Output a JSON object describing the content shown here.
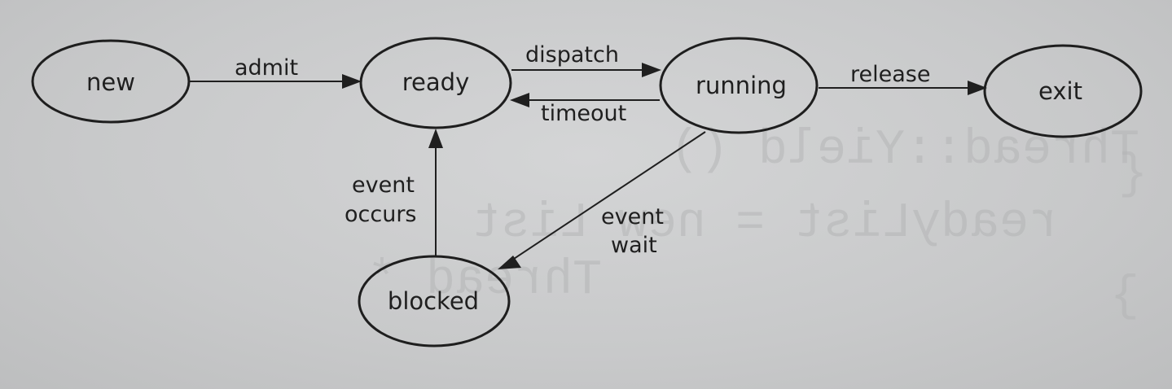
{
  "diagram": {
    "states": {
      "new": "new",
      "ready": "ready",
      "running": "running",
      "exit": "exit",
      "blocked": "blocked"
    },
    "transitions": {
      "admit": "admit",
      "dispatch": "dispatch",
      "timeout": "timeout",
      "release": "release",
      "event_occurs": [
        "event",
        "occurs"
      ],
      "event_wait": [
        "event",
        "wait"
      ]
    }
  },
  "bleed_through": {
    "line1": "Thread::Yield ()",
    "line2": "readyList = new List",
    "line3": "Thread *",
    "brace_open": "{",
    "brace_close": "}"
  }
}
